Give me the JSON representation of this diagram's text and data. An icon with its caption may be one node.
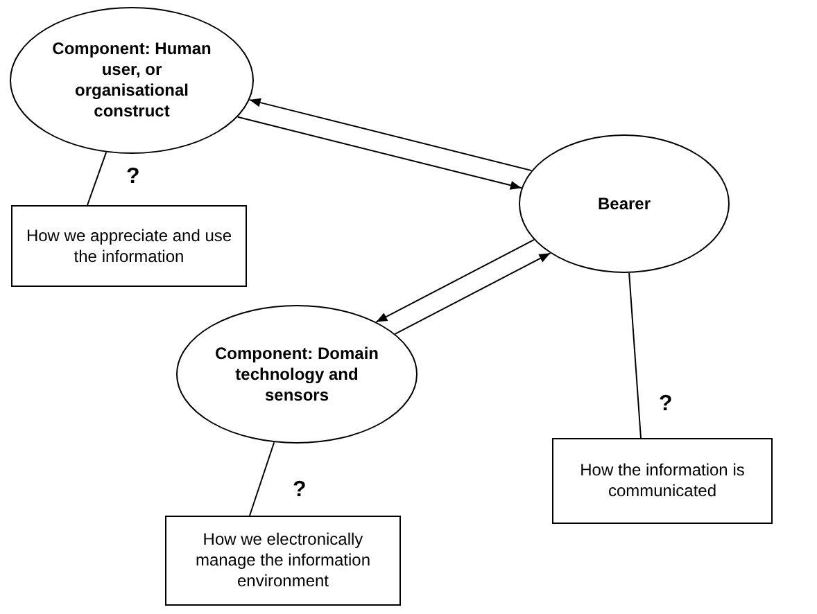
{
  "diagram": {
    "nodes": [
      {
        "text": [
          "Component: Human user, or organisational construct"
        ]
      },
      {
        "text": [
          "How we appreciate and use the information"
        ]
      },
      {
        "text": [
          "Bearer"
        ]
      },
      {
        "text": [
          "How the information is communicated"
        ]
      },
      {
        "text": [
          "Component: Domain technology and sensors"
        ]
      },
      {
        "text": [
          "How we electronically manage the information environment"
        ]
      }
    ],
    "edges": [
      {
        "from": 2,
        "to": 0,
        "arrow": "to"
      },
      {
        "from": 0,
        "to": 2,
        "arrow": "to"
      },
      {
        "from": 4,
        "to": 2,
        "arrow": "to"
      },
      {
        "from": 2,
        "to": 4,
        "arrow": "to"
      },
      {
        "from": 1,
        "to": 0,
        "arrow": "none",
        "label": "?"
      },
      {
        "from": 3,
        "to": 2,
        "arrow": "none",
        "label": "?"
      },
      {
        "from": 5,
        "to": 4,
        "arrow": "none",
        "label": "?"
      }
    ]
  }
}
